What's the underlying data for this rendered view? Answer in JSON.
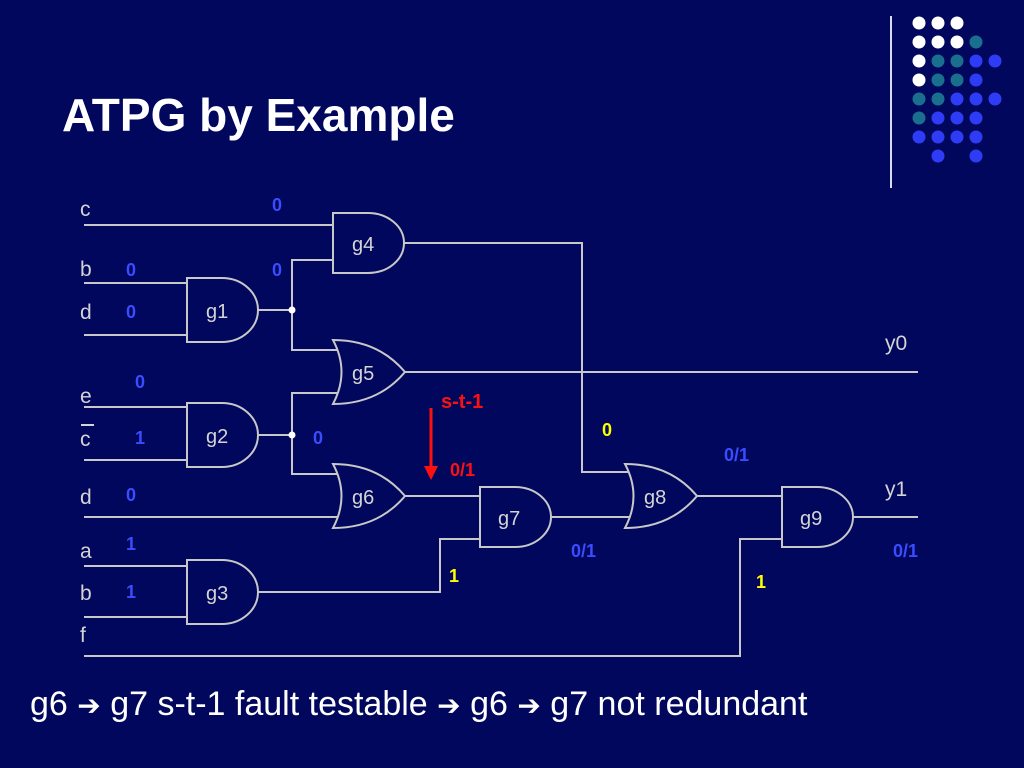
{
  "slide": {
    "title": "ATPG by Example",
    "caption": {
      "part1": "g6",
      "part2": "g7 s-t-1 fault testable",
      "part3": "g6",
      "part4": "g7 not redundant"
    }
  },
  "colors": {
    "background": "#00075c",
    "wire": "#c8c8c8",
    "value_blue": "#3a4cff",
    "value_yellow": "#ffff00",
    "fault_red": "#ff1010",
    "dot_white": "#ffffff",
    "dot_teal": "#1a6f8f",
    "dot_blue": "#2f3cf5"
  },
  "circuit": {
    "inputs": {
      "c": "c",
      "b1": "b",
      "d1": "d",
      "e": "e",
      "cbar": "c",
      "d2": "d",
      "a": "a",
      "b2": "b",
      "f": "f"
    },
    "outputs": {
      "y0": "y0",
      "y1": "y1"
    },
    "gates": {
      "g1": "g1",
      "g2": "g2",
      "g3": "g3",
      "g4": "g4",
      "g5": "g5",
      "g6": "g6",
      "g7": "g7",
      "g8": "g8",
      "g9": "g9"
    },
    "values": {
      "c": "0",
      "b1": "0",
      "g1_out": "0",
      "d1": "0",
      "e": "0",
      "cbar": "1",
      "g2_out": "0",
      "d2": "0",
      "a": "1",
      "b2": "1",
      "g3_out": "1",
      "g4_out": "0",
      "g6_out": "0/1",
      "g7_out": "0/1",
      "g8_out": "0/1",
      "f": "1",
      "y1": "0/1"
    },
    "fault": {
      "label": "s-t-1"
    }
  }
}
